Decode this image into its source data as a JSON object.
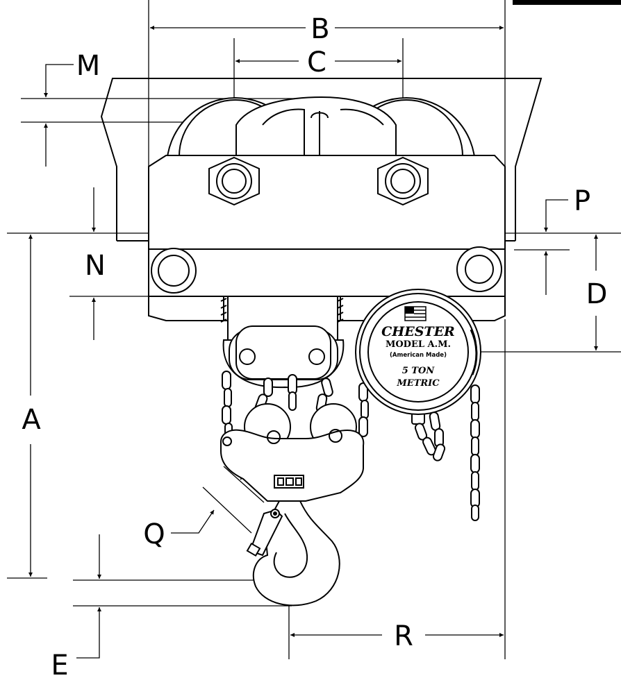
{
  "dimensions": {
    "A": "A",
    "B": "B",
    "C": "C",
    "D": "D",
    "E": "E",
    "M": "M",
    "N": "N",
    "P": "P",
    "Q": "Q",
    "R": "R"
  },
  "nameplate": {
    "brand": "CHESTER",
    "model": "MODEL A.M.",
    "origin": "(American Made)",
    "capacity": "5 TON",
    "unit": "METRIC"
  },
  "icons": [
    "us-flag-icon"
  ]
}
